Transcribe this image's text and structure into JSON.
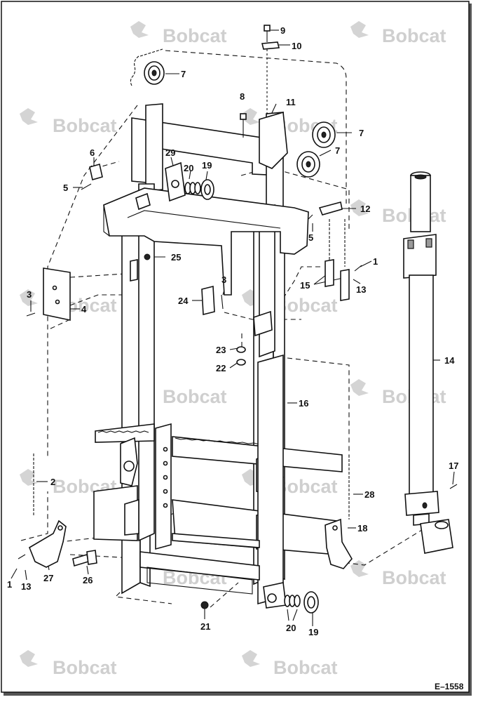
{
  "watermark": {
    "brand": "Bobcat"
  },
  "diagram_code": "E–1558",
  "callouts": [
    {
      "id": "c9",
      "label": "9"
    },
    {
      "id": "c10",
      "label": "10"
    },
    {
      "id": "c7a",
      "label": "7"
    },
    {
      "id": "c8",
      "label": "8"
    },
    {
      "id": "c11",
      "label": "11"
    },
    {
      "id": "c7b",
      "label": "7"
    },
    {
      "id": "c7c",
      "label": "7"
    },
    {
      "id": "c6",
      "label": "6"
    },
    {
      "id": "c5a",
      "label": "5"
    },
    {
      "id": "c29",
      "label": "29"
    },
    {
      "id": "c20a",
      "label": "20"
    },
    {
      "id": "c19a",
      "label": "19"
    },
    {
      "id": "c12",
      "label": "12"
    },
    {
      "id": "c5b",
      "label": "5"
    },
    {
      "id": "c25",
      "label": "25"
    },
    {
      "id": "c1a",
      "label": "1"
    },
    {
      "id": "c15",
      "label": "15"
    },
    {
      "id": "c13a",
      "label": "13"
    },
    {
      "id": "c3a",
      "label": "3"
    },
    {
      "id": "c4",
      "label": "4"
    },
    {
      "id": "c24",
      "label": "24"
    },
    {
      "id": "c3b",
      "label": "3"
    },
    {
      "id": "c23",
      "label": "23"
    },
    {
      "id": "c22",
      "label": "22"
    },
    {
      "id": "c14",
      "label": "14"
    },
    {
      "id": "c16",
      "label": "16"
    },
    {
      "id": "c17",
      "label": "17"
    },
    {
      "id": "c2",
      "label": "2"
    },
    {
      "id": "c28",
      "label": "28"
    },
    {
      "id": "c18",
      "label": "18"
    },
    {
      "id": "c1b",
      "label": "1"
    },
    {
      "id": "c13b",
      "label": "13"
    },
    {
      "id": "c27",
      "label": "27"
    },
    {
      "id": "c26",
      "label": "26"
    },
    {
      "id": "c21",
      "label": "21"
    },
    {
      "id": "c20b",
      "label": "20"
    },
    {
      "id": "c19b",
      "label": "19"
    }
  ]
}
